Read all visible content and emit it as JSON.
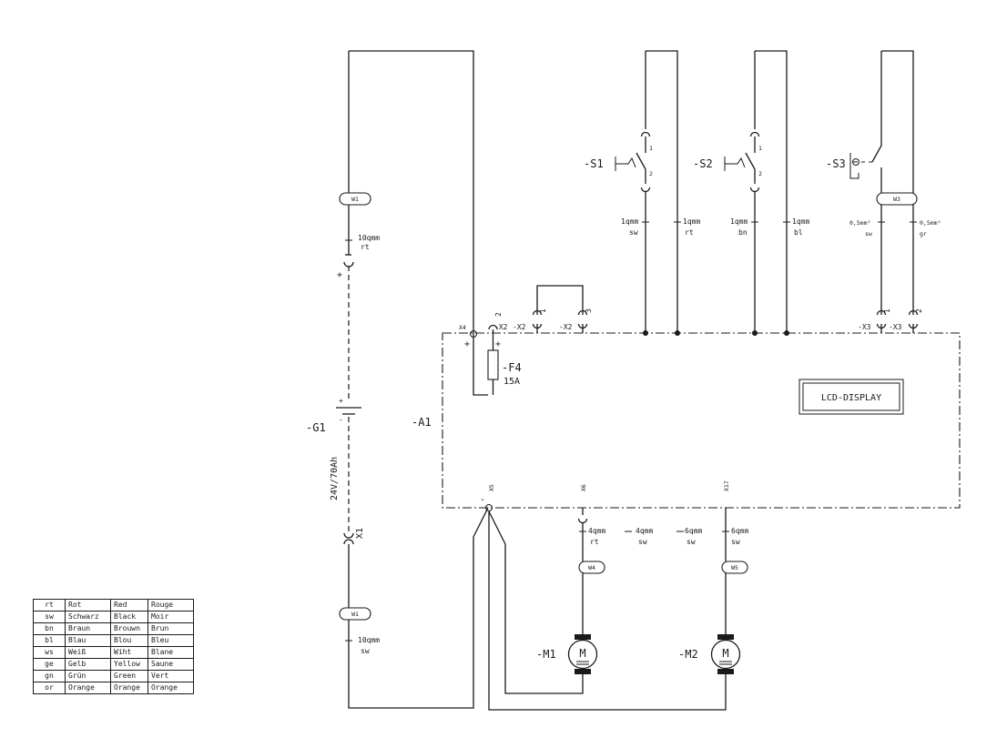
{
  "components": {
    "a1": "-A1",
    "g1": "-G1",
    "g1_rating": "24V/70Ah",
    "f4": "-F4",
    "f4_rating": "15A",
    "s1": "-S1",
    "s2": "-S2",
    "s3": "-S3",
    "m1": "-M1",
    "m2": "-M2",
    "motor_letter": "M",
    "x1": "X1",
    "display": "LCD-DISPLAY"
  },
  "cables": {
    "w1": "W1",
    "w3": "W3",
    "w4": "W4",
    "w5": "W5"
  },
  "connectors": {
    "x4": "X4",
    "x5": "X5",
    "x6": "X6",
    "x17": "X17",
    "x2a": "-X2",
    "x2b": "-X2",
    "x2c": "-X2",
    "x3a": "-X3",
    "x3b": "-X3"
  },
  "pins": {
    "one": "1",
    "two": "2",
    "three": "3",
    "plus": "+",
    "minus": "-"
  },
  "wires": {
    "g1_top_size": "10qmm",
    "g1_top_color": "rt",
    "g1_bot_size": "10qmm",
    "g1_bot_color": "sw",
    "s1a_size": "1qmm",
    "s1a_color": "sw",
    "s1b_size": "1qmm",
    "s1b_color": "rt",
    "s2a_size": "1qmm",
    "s2a_color": "bn",
    "s2b_size": "1qmm",
    "s2b_color": "bl",
    "s3a_size": "0,5mm²",
    "s3a_color": "sw",
    "s3b_size": "0,5mm²",
    "s3b_color": "gr",
    "m1a_size": "4qmm",
    "m1a_color": "rt",
    "m1b_size": "4qmm",
    "m1b_color": "sw",
    "m2a_size": "6qmm",
    "m2a_color": "sw",
    "m2b_size": "6qmm",
    "m2b_color": "sw"
  },
  "legend": {
    "rows": [
      [
        "rt",
        "Rot",
        "Red",
        "Rouge"
      ],
      [
        "sw",
        "Schwarz",
        "Black",
        "Moir"
      ],
      [
        "bn",
        "Braun",
        "Brouwn",
        "Brun"
      ],
      [
        "bl",
        "Blau",
        "Blou",
        "Bleu"
      ],
      [
        "ws",
        "Weiß",
        "Wiht",
        "Blane"
      ],
      [
        "ge",
        "Gelb",
        "Yellow",
        "Saune"
      ],
      [
        "gn",
        "Grün",
        "Green",
        "Vert"
      ],
      [
        "or",
        "Orange",
        "Orange",
        "Orange"
      ]
    ]
  }
}
